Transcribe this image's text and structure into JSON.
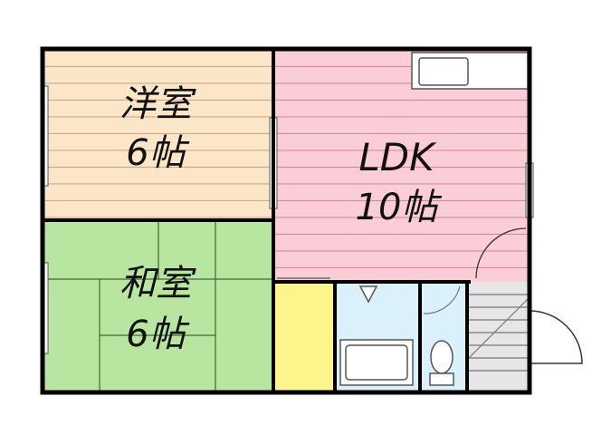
{
  "floor_plan": {
    "rooms": [
      {
        "id": "western",
        "name": "洋室",
        "size": "6帖",
        "color": "#fbe6c8",
        "line_color": "#c9a98a"
      },
      {
        "id": "ldk",
        "name": "LDK",
        "size": "10帖",
        "color": "#fbcdd6",
        "line_color": "#d48b99"
      },
      {
        "id": "japanese",
        "name": "和室",
        "size": "6帖",
        "color": "#b8e6a0",
        "line_color": "#3c6b2c"
      },
      {
        "id": "closet",
        "color": "#fbf58a"
      },
      {
        "id": "bath",
        "color": "#daf1fb"
      },
      {
        "id": "toilet",
        "color": "#daf1fb"
      },
      {
        "id": "stairs",
        "color": "#e6e6e6"
      }
    ],
    "wall_color": "#000000",
    "fixture_color": "#7a7a7a"
  }
}
